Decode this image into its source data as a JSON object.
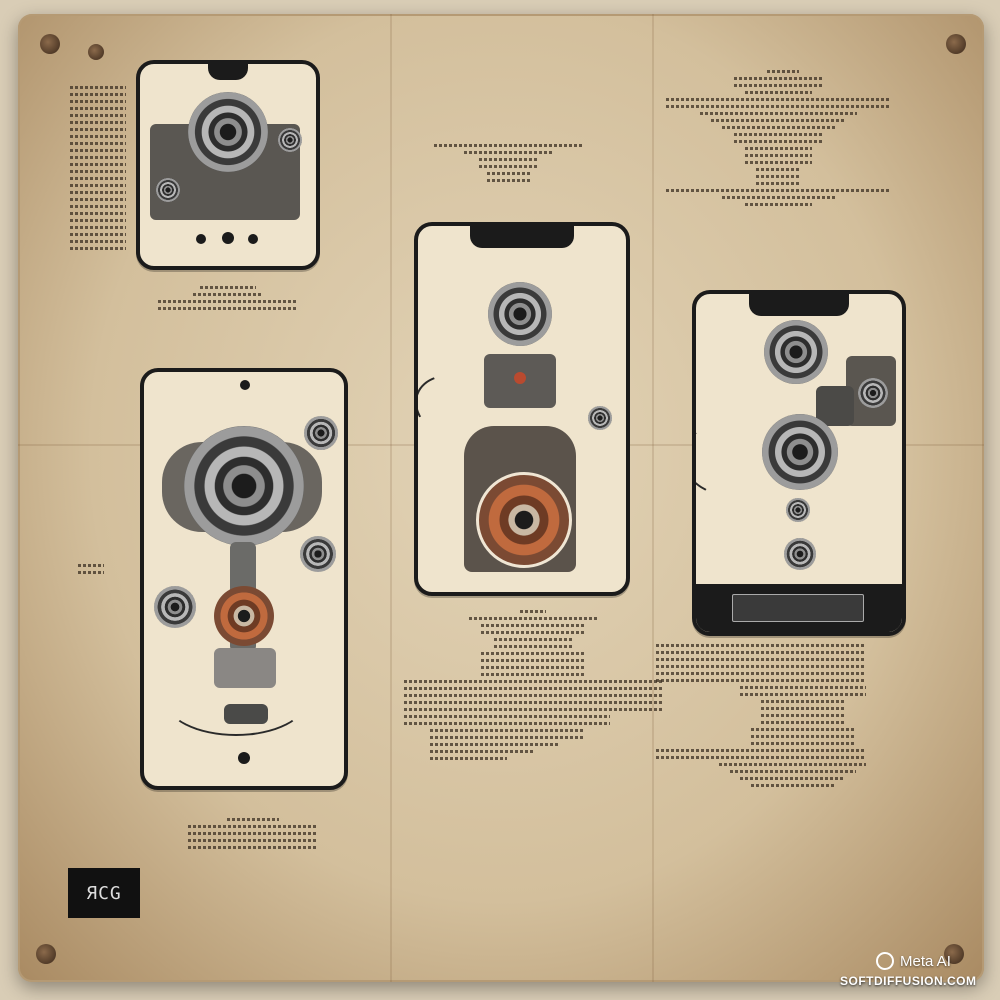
{
  "watermark": {
    "label": "Meta AI",
    "site": "SOFTDIFFUSION.COM"
  },
  "icons": {
    "meta_ring": "ring-icon",
    "stamp": "stamp-icon"
  },
  "colors": {
    "paper": "#d9c7a6",
    "ink": "#2a2118",
    "phone_frame": "#1b1b1b",
    "accent_rust": "#c06a3e"
  },
  "stamp_text": "ЯCG"
}
